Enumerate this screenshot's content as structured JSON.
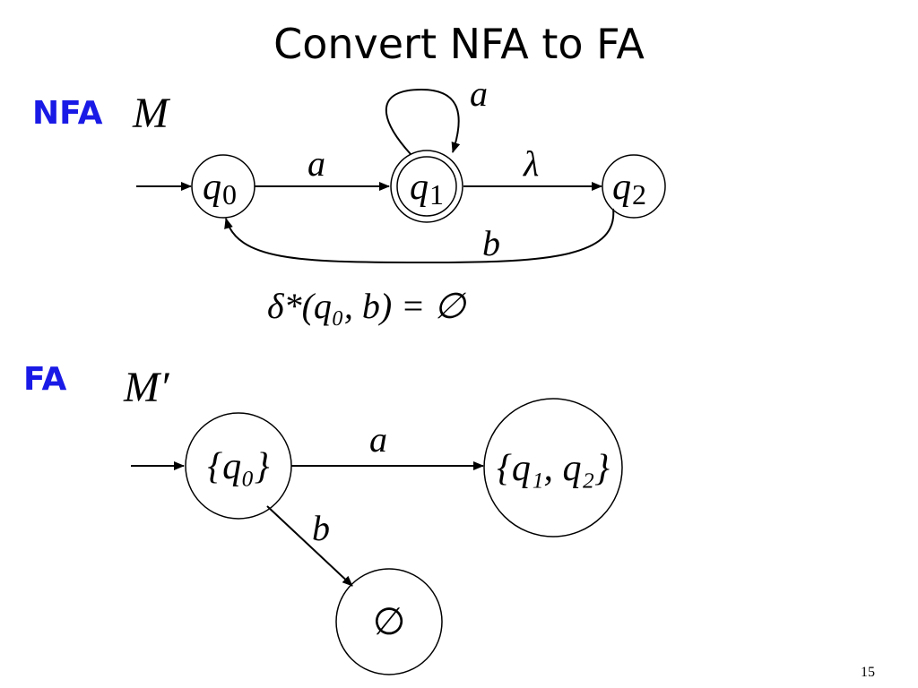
{
  "title": "Convert NFA to FA",
  "nfa": {
    "tag": "NFA",
    "machine": "M",
    "states": [
      {
        "id": "q0",
        "base": "q",
        "sub": "0",
        "accepting": false,
        "initial": true
      },
      {
        "id": "q1",
        "base": "q",
        "sub": "1",
        "accepting": true,
        "initial": false
      },
      {
        "id": "q2",
        "base": "q",
        "sub": "2",
        "accepting": false,
        "initial": false
      }
    ],
    "transitions": [
      {
        "from": "q0",
        "to": "q1",
        "label": "a"
      },
      {
        "from": "q1",
        "to": "q1",
        "label": "a"
      },
      {
        "from": "q1",
        "to": "q2",
        "label": "λ"
      },
      {
        "from": "q2",
        "to": "q0",
        "label": "b"
      }
    ],
    "equation": "δ*(q₀, b) = ∅"
  },
  "fa": {
    "tag": "FA",
    "machine": "M′",
    "states": [
      {
        "id": "s_q0",
        "label": "{q₀}",
        "initial": true
      },
      {
        "id": "s_q1q2",
        "label": "{q₁, q₂}",
        "initial": false
      },
      {
        "id": "s_empty",
        "label": "∅",
        "initial": false
      }
    ],
    "transitions": [
      {
        "from": "s_q0",
        "to": "s_q1q2",
        "label": "a"
      },
      {
        "from": "s_q0",
        "to": "s_empty",
        "label": "b"
      }
    ]
  },
  "slide_number": "15",
  "colors": {
    "tag": "#1a1ae6",
    "stroke": "#000000"
  }
}
